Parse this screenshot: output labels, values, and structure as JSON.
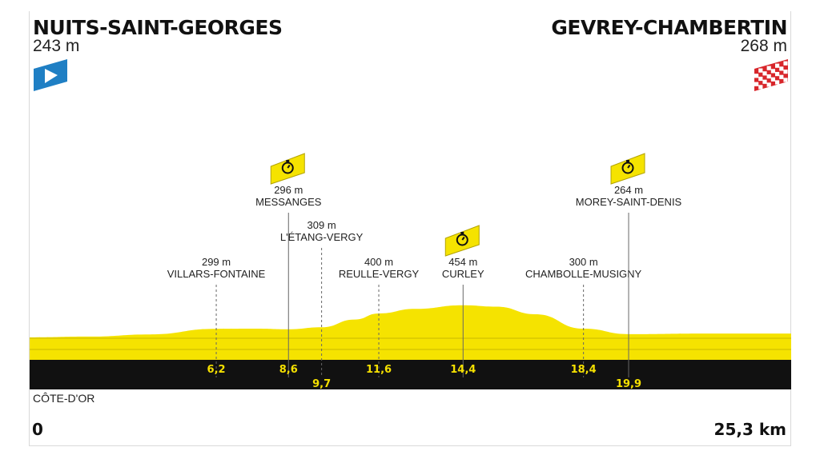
{
  "start": {
    "town": "NUITS-SAINT-GEORGES",
    "altitude": "243 m"
  },
  "finish": {
    "town": "GEVREY-CHAMBERTIN",
    "altitude": "268 m"
  },
  "region": "CÔTE-D'OR",
  "distance_start": "0",
  "distance_end": "25,3 km",
  "colors": {
    "profile": "#f5e300",
    "profile_line": "#c9b800",
    "band": "#111111",
    "km_text": "#f5e000",
    "start_flag": "#1f7fc4",
    "finish_flag": "#d8262b",
    "timecheck": "#f5e300"
  },
  "icons": {
    "start": "start-flag-icon",
    "finish": "finish-flag-icon",
    "timecheck": "stopwatch-icon"
  },
  "chart_data": {
    "type": "area",
    "x_range": [
      0,
      25.3
    ],
    "x_unit": "km",
    "y_range": [
      200,
      500
    ],
    "y_unit": "m",
    "profile": [
      {
        "x": 0,
        "y": 243
      },
      {
        "x": 2,
        "y": 248
      },
      {
        "x": 4,
        "y": 262
      },
      {
        "x": 6.2,
        "y": 299
      },
      {
        "x": 7.5,
        "y": 300
      },
      {
        "x": 8.6,
        "y": 296
      },
      {
        "x": 9.7,
        "y": 309
      },
      {
        "x": 10.8,
        "y": 360
      },
      {
        "x": 11.6,
        "y": 400
      },
      {
        "x": 12.8,
        "y": 430
      },
      {
        "x": 14.4,
        "y": 454
      },
      {
        "x": 15.5,
        "y": 445
      },
      {
        "x": 16.8,
        "y": 395
      },
      {
        "x": 18.4,
        "y": 300
      },
      {
        "x": 19.9,
        "y": 264
      },
      {
        "x": 22.5,
        "y": 268
      },
      {
        "x": 25.3,
        "y": 268
      }
    ],
    "waypoints": [
      {
        "km": 6.2,
        "km_label": "6,2",
        "name": "VILLARS-FONTAINE",
        "altitude": "299 m",
        "timecheck": false,
        "tier": 3
      },
      {
        "km": 8.6,
        "km_label": "8,6",
        "name": "MESSANGES",
        "altitude": "296 m",
        "timecheck": true,
        "tier": 1
      },
      {
        "km": 9.7,
        "km_label": "9,7",
        "name": "L'ÉTANG-VERGY",
        "altitude": "309 m",
        "timecheck": false,
        "tier": 2
      },
      {
        "km": 11.6,
        "km_label": "11,6",
        "name": "REULLE-VERGY",
        "altitude": "400 m",
        "timecheck": false,
        "tier": 3
      },
      {
        "km": 14.4,
        "km_label": "14,4",
        "name": "CURLEY",
        "altitude": "454 m",
        "timecheck": true,
        "tier": 3
      },
      {
        "km": 18.4,
        "km_label": "18,4",
        "name": "CHAMBOLLE-MUSIGNY",
        "altitude": "300 m",
        "timecheck": false,
        "tier": 3
      },
      {
        "km": 19.9,
        "km_label": "19,9",
        "name": "MOREY-SAINT-DENIS",
        "altitude": "264 m",
        "timecheck": true,
        "tier": 1
      }
    ]
  }
}
